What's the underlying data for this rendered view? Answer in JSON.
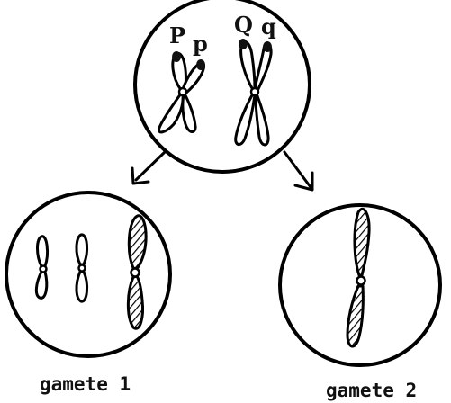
{
  "alleles": {
    "gene_p_dominant": "P",
    "gene_p_recessive": "p",
    "gene_q_dominant": "Q",
    "gene_q_recessive": "q"
  },
  "gametes": [
    {
      "label": "gamete 1"
    },
    {
      "label": "gamete 2"
    }
  ],
  "colors": {
    "outline": "#000000",
    "background": "#ffffff"
  }
}
